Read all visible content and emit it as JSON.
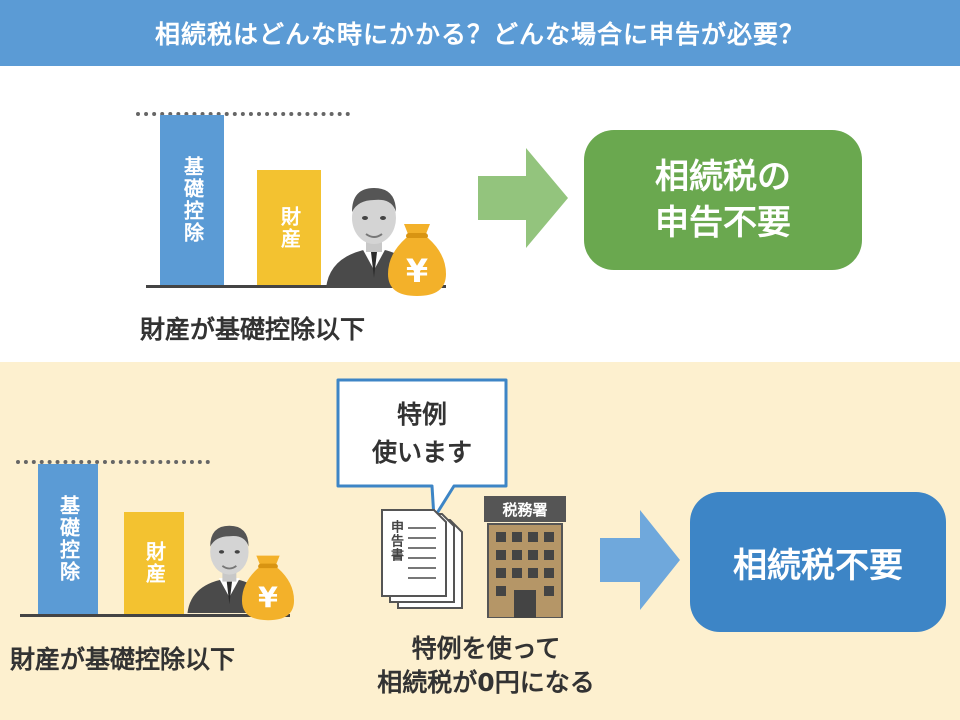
{
  "title": "相続税はどんな時にかかる？どんな場合に申告が必要？",
  "top": {
    "bar_label_deduction": "基礎控除",
    "bar_label_assets": "財産",
    "caption": "財産が基礎控除以下",
    "result": [
      "相続税の",
      "申告不要"
    ]
  },
  "bottom": {
    "bar_label_deduction": "基礎控除",
    "bar_label_assets": "財産",
    "caption": "財産が基礎控除以下",
    "bubble": [
      "特例",
      "使います"
    ],
    "document_label": "申告書",
    "office_label": "税務署",
    "center_caption": [
      "特例を使って",
      "相続税が0円になる"
    ],
    "result": "相続税不要"
  },
  "icons": {
    "money_bag_symbol": "¥"
  },
  "colors": {
    "title_bg": "#5b9bd5",
    "deduction_bar": "#5b9bd5",
    "assets_bar": "#f3c230",
    "result_green": "#6aa84f",
    "result_blue": "#3d85c6",
    "arrow_green": "#93c47d",
    "arrow_blue": "#6fa8dc",
    "lower_bg": "#fdf0cf",
    "money_bag": "#f3b12a"
  }
}
